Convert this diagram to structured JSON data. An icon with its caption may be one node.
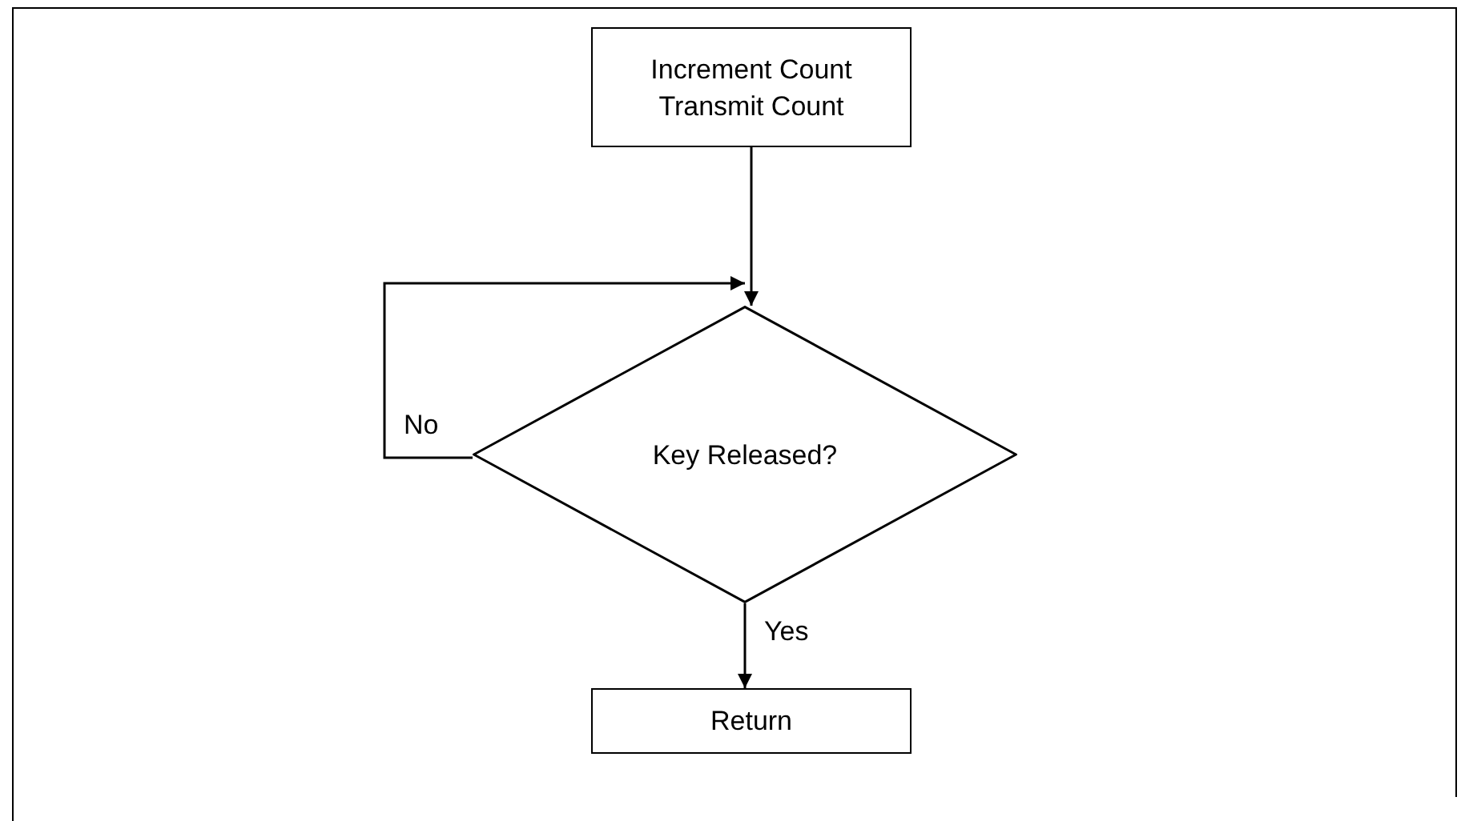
{
  "diagram": {
    "nodes": [
      {
        "text": [
          "Increment Count",
          "Transmit Count"
        ]
      },
      {
        "text": [
          "Key Released?"
        ]
      },
      {
        "text": [
          "Return"
        ]
      }
    ],
    "edges": [
      {
        "from": 0,
        "to": 1,
        "arrow": "to"
      },
      {
        "from": 1,
        "to": 1,
        "label": "No",
        "arrow": "to"
      },
      {
        "from": 1,
        "to": 2,
        "label": "Yes",
        "arrow": "to"
      }
    ]
  }
}
